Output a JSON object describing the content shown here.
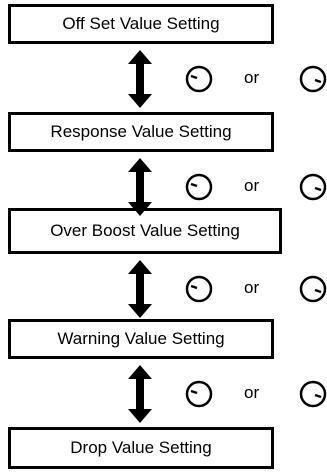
{
  "steps": [
    {
      "label": "Off Set Value Setting"
    },
    {
      "label": "Response Value Setting"
    },
    {
      "label": "Over Boost Value Setting"
    },
    {
      "label": "Warning Value Setting"
    },
    {
      "label": "Drop Value Setting"
    }
  ],
  "connector": {
    "or_text": "or",
    "arrow_icon": "up-down-arrow-icon",
    "left_icon": "rotate-left-knob-icon",
    "right_icon": "rotate-right-knob-icon"
  }
}
